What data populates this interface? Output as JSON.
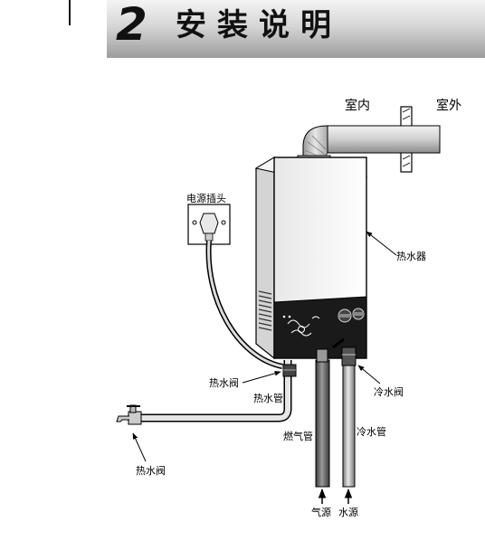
{
  "header": {
    "section_number": "2",
    "title": "安装说明"
  },
  "labels": {
    "indoor": "室内",
    "outdoor": "室外",
    "power_plug": "电源插头",
    "water_heater": "热水器",
    "hot_valve_unit": "热水阀",
    "hot_pipe": "热水管",
    "cold_valve": "冷水阀",
    "cold_pipe": "冷水管",
    "gas_pipe": "燃气管",
    "hot_tap": "热水阀",
    "gas_source": "气源",
    "water_source": "水源"
  }
}
